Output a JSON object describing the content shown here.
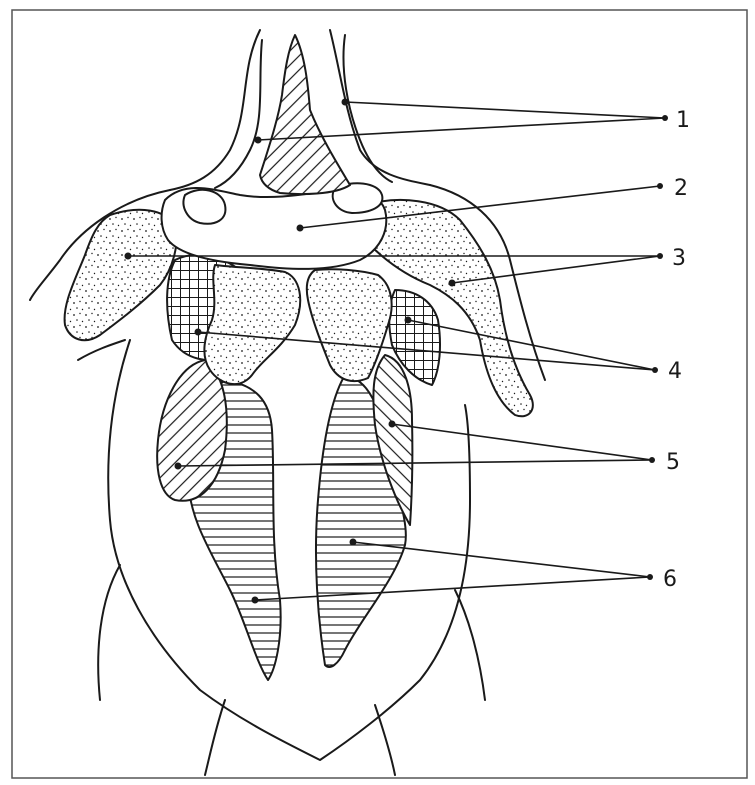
{
  "diagram": {
    "labels": [
      {
        "id": "1",
        "text": "1"
      },
      {
        "id": "2",
        "text": "2"
      },
      {
        "id": "3",
        "text": "3"
      },
      {
        "id": "4",
        "text": "4"
      },
      {
        "id": "5",
        "text": "5"
      },
      {
        "id": "6",
        "text": "6"
      }
    ],
    "colors": {
      "ink": "#1a1a1a",
      "paper": "#ffffff"
    }
  }
}
